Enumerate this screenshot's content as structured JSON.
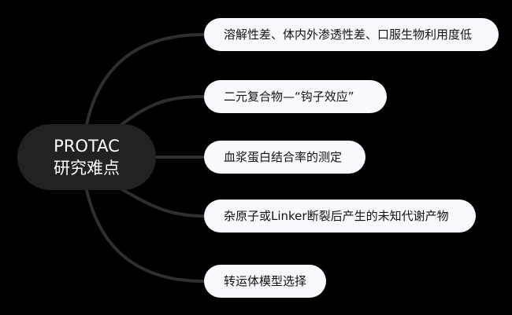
{
  "central_topic": {
    "line1": "PROTAC",
    "line2": "研究难点"
  },
  "branches": [
    {
      "label": "溶解性差、体内外渗透性差、口服生物利用度低"
    },
    {
      "label": "二元复合物—“钩子效应”"
    },
    {
      "label": "血浆蛋白结合率的测定"
    },
    {
      "label": "杂原子或Linker断裂后产生的未知代谢产物"
    },
    {
      "label": "转运体模型选择"
    }
  ],
  "colors": {
    "background": "#000000",
    "central_fill": "#222222",
    "branch_fill": "#f8f9fc",
    "connector": "#2f2f2f"
  }
}
